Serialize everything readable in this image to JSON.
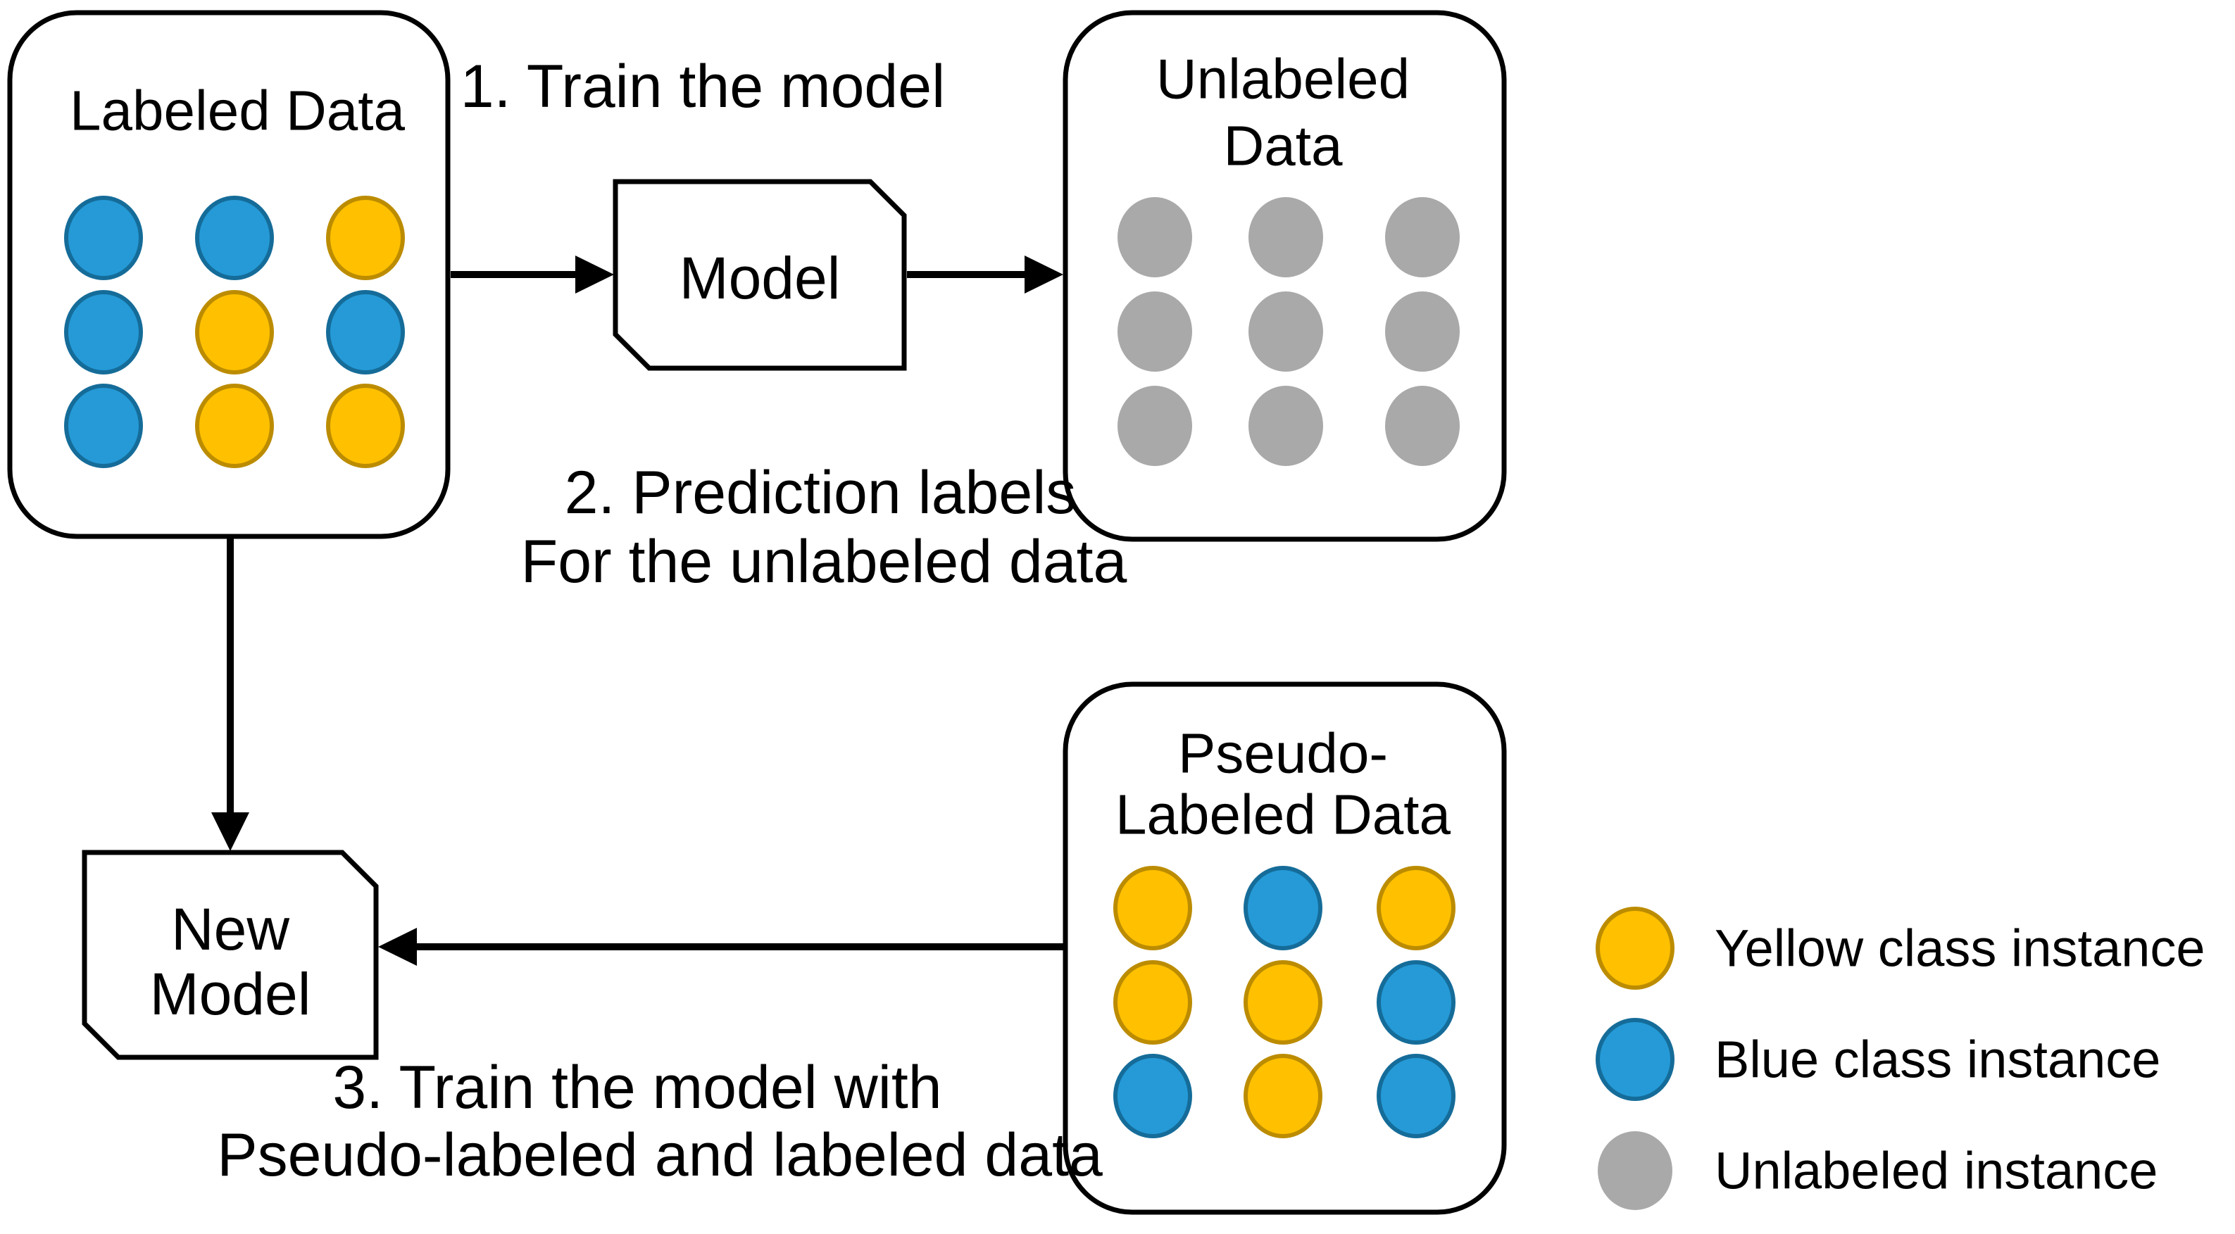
{
  "palette": {
    "yellow": {
      "fill": "#FFC000",
      "stroke": "#BC8C00"
    },
    "blue": {
      "fill": "#259AD7",
      "stroke": "#156C99"
    },
    "gray": {
      "fill": "#A9A9A9",
      "stroke": "#A9A9A9"
    },
    "line_color": "#000000"
  },
  "boxes": {
    "labeled": {
      "title": "Labeled Data",
      "grid": [
        [
          "blue",
          "blue",
          "yellow"
        ],
        [
          "blue",
          "yellow",
          "blue"
        ],
        [
          "blue",
          "yellow",
          "yellow"
        ]
      ]
    },
    "unlabeled": {
      "title_line1": "Unlabeled",
      "title_line2": "Data",
      "grid": [
        [
          "gray",
          "gray",
          "gray"
        ],
        [
          "gray",
          "gray",
          "gray"
        ],
        [
          "gray",
          "gray",
          "gray"
        ]
      ]
    },
    "pseudo": {
      "title_line1": "Pseudo-",
      "title_line2": "Labeled Data",
      "grid": [
        [
          "yellow",
          "blue",
          "yellow"
        ],
        [
          "yellow",
          "yellow",
          "blue"
        ],
        [
          "blue",
          "yellow",
          "blue"
        ]
      ]
    }
  },
  "nodes": {
    "model_label": "Model",
    "new_model_line1": "New",
    "new_model_line2": "Model"
  },
  "steps": {
    "step1": "1. Train the model",
    "step2_line1": "2. Prediction labels",
    "step2_line2": "For the unlabeled data",
    "step3_line1": "3. Train the model with",
    "step3_line2": "Pseudo-labeled and labeled data"
  },
  "legend": [
    {
      "class": "yellow",
      "label": "Yellow class instance"
    },
    {
      "class": "blue",
      "label": "Blue class instance"
    },
    {
      "class": "gray",
      "label": "Unlabeled instance"
    }
  ]
}
